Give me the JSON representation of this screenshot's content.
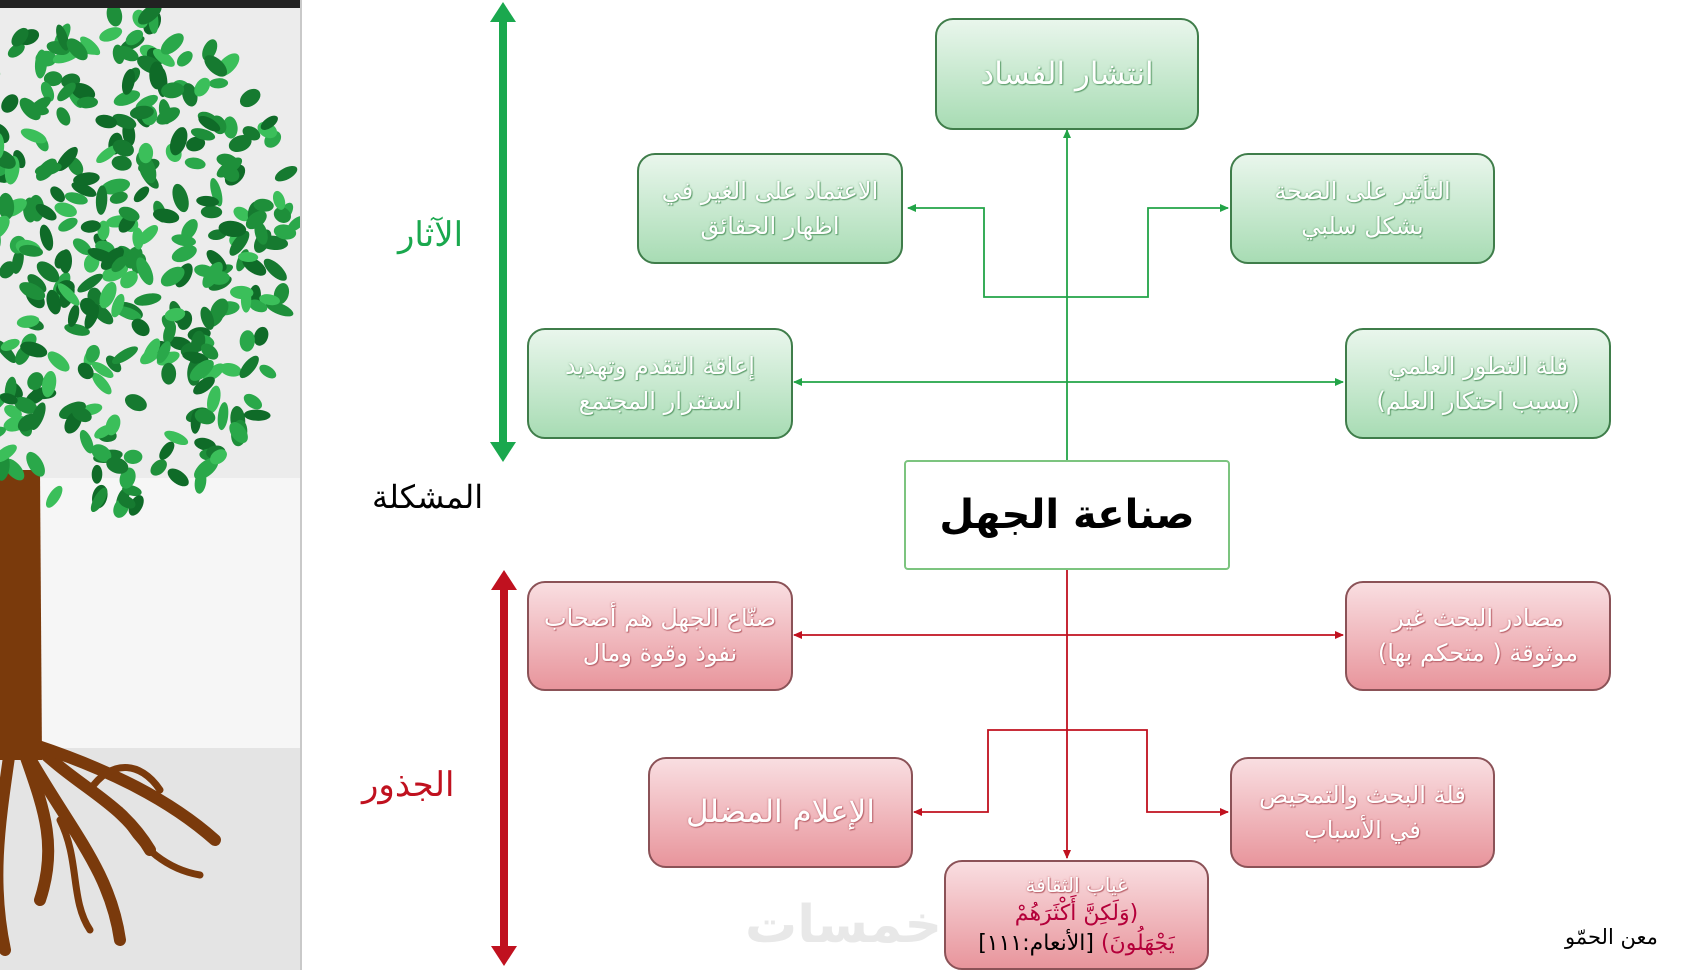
{
  "center": "صناعة الجهل",
  "labels": {
    "effects": "الآثار",
    "problem": "المشكلة",
    "roots": "الجذور"
  },
  "effects": {
    "top": "انتشار الفساد",
    "left_upper": [
      "الاعتماد على الغير في",
      "اظهار الحقائق"
    ],
    "right_upper": [
      "التأثير على الصحة",
      "بشكل سلبي"
    ],
    "left_lower": [
      "إعاقة التقدم وتهديد",
      "استقرار المجتمع"
    ],
    "right_lower": [
      "قلة التطور العلمي",
      "(بسبب احتكار العلم)"
    ]
  },
  "roots": {
    "left_upper": [
      "صنّاع الجهل هم أصحاب",
      "نفوذ وقوة ومال"
    ],
    "right_upper": [
      "مصادر البحث غير",
      "موثوقة ( متحكم بها)"
    ],
    "left_lower": "الإعلام المضلل",
    "right_lower": [
      "قلة البحث والتمحيص",
      "في الأسباب"
    ],
    "bottom": {
      "title": "غياب الثقافة",
      "verse_line1": "(وَلَكِنَّ أَكْثَرَهُمْ",
      "verse_line2": "يَجْهَلُونَ)",
      "reference": "[الأنعام:١١١]"
    }
  },
  "author": "معن الحمّو",
  "watermark": "خمسات",
  "colors": {
    "effects": "#1aa84e",
    "roots": "#c0111f",
    "tree_leaves": "#1e8f3a",
    "tree_trunk": "#7a3a0c"
  }
}
